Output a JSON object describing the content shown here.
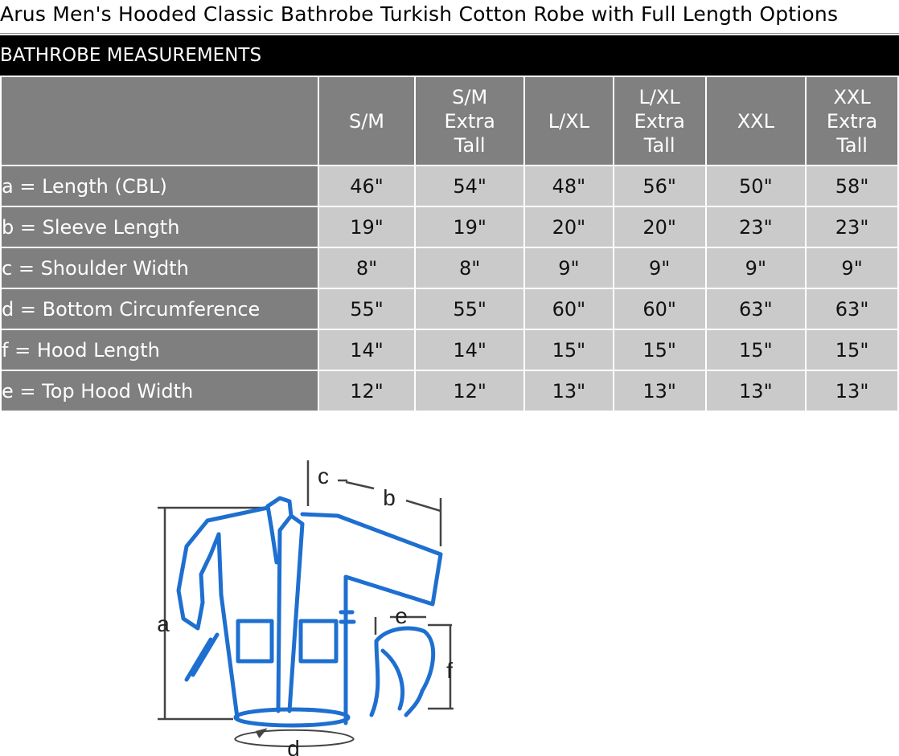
{
  "title": "Arus Men's Hooded Classic Bathrobe Turkish Cotton Robe with Full Length Options",
  "banner": "BATHROBE MEASUREMENTS",
  "columns": [
    [
      "S/M"
    ],
    [
      "S/M",
      "Extra",
      "Tall"
    ],
    [
      "L/XL"
    ],
    [
      "L/XL",
      "Extra",
      "Tall"
    ],
    [
      "XXL"
    ],
    [
      "XXL",
      "Extra",
      "Tall"
    ]
  ],
  "rows": [
    {
      "label": "a = Length (CBL)",
      "values": [
        "46\"",
        "54\"",
        "48\"",
        "56\"",
        "50\"",
        "58\""
      ]
    },
    {
      "label": "b = Sleeve Length",
      "values": [
        "19\"",
        "19\"",
        "20\"",
        "20\"",
        "23\"",
        "23\""
      ]
    },
    {
      "label": "c = Shoulder Width",
      "values": [
        "8\"",
        "8\"",
        "9\"",
        "9\"",
        "9\"",
        "9\""
      ]
    },
    {
      "label": "d = Bottom Circumference",
      "values": [
        "55\"",
        "55\"",
        "60\"",
        "60\"",
        "63\"",
        "63\""
      ]
    },
    {
      "label": "f = Hood Length",
      "values": [
        "14\"",
        "14\"",
        "15\"",
        "15\"",
        "15\"",
        "15\""
      ]
    },
    {
      "label": "e = Top Hood Width",
      "values": [
        "12\"",
        "12\"",
        "13\"",
        "13\"",
        "13\"",
        "13\""
      ]
    }
  ],
  "diagram": {
    "labels": {
      "a": "a",
      "b": "b",
      "c": "c",
      "d": "d",
      "e": "e",
      "f": "f"
    },
    "colors": {
      "robe": "#1e6fd0",
      "dimension": "#444444"
    }
  }
}
